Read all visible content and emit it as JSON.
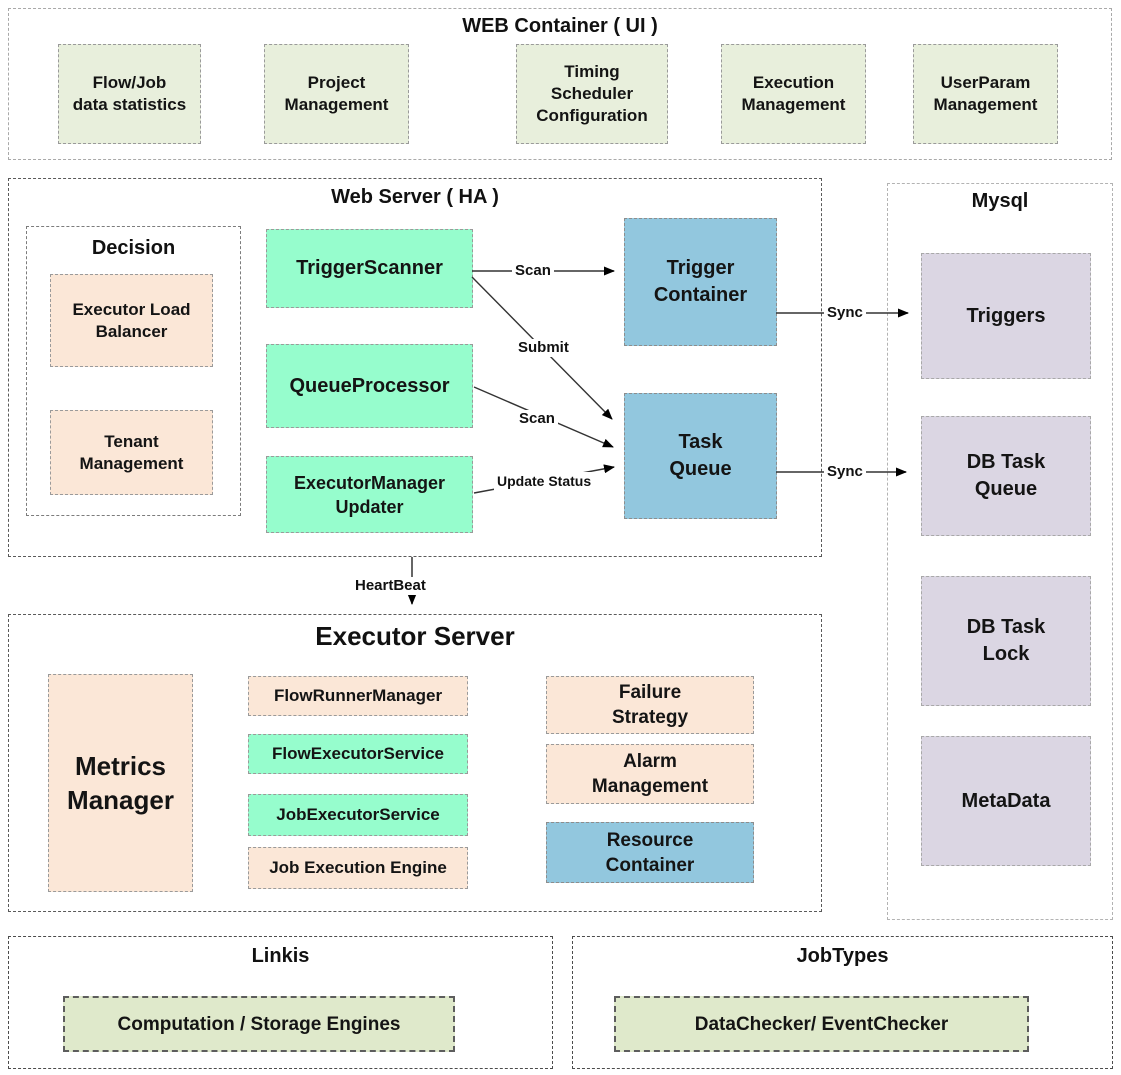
{
  "colors": {
    "sage": "#e8efdc",
    "mint": "#96fdcd",
    "peach": "#fbe7d7",
    "blue": "#92c7de",
    "lavender": "#dbd6e3",
    "engine_green": "#dfe9cb"
  },
  "web_container": {
    "title": "WEB Container ( UI )",
    "items": [
      {
        "label": "Flow/Job\ndata statistics"
      },
      {
        "label": "Project\nManagement"
      },
      {
        "label": "Timing\nScheduler\nConfiguration"
      },
      {
        "label": "Execution\nManagement"
      },
      {
        "label": "UserParam\nManagement"
      }
    ]
  },
  "web_server": {
    "title": "Web Server ( HA )",
    "decision": {
      "title": "Decision",
      "items": [
        {
          "label": "Executor Load\nBalancer"
        },
        {
          "label": "Tenant\nManagement"
        }
      ]
    },
    "services": [
      {
        "label": "TriggerScanner"
      },
      {
        "label": "QueueProcessor"
      },
      {
        "label": "ExecutorManager\nUpdater"
      }
    ],
    "queues": [
      {
        "label": "Trigger\nContainer"
      },
      {
        "label": "Task\nQueue"
      }
    ]
  },
  "mysql": {
    "title": "Mysql",
    "tables": [
      {
        "label": "Triggers"
      },
      {
        "label": "DB Task\nQueue"
      },
      {
        "label": "DB Task\nLock"
      },
      {
        "label": "MetaData"
      }
    ]
  },
  "executor_server": {
    "title": "Executor Server",
    "metrics": {
      "label": "Metrics\nManager"
    },
    "middle": [
      {
        "label": "FlowRunnerManager"
      },
      {
        "label": "FlowExecutorService"
      },
      {
        "label": "JobExecutorService"
      },
      {
        "label": "Job Execution Engine"
      }
    ],
    "right": [
      {
        "label": "Failure\nStrategy"
      },
      {
        "label": "Alarm\nManagement"
      },
      {
        "label": "Resource\nContainer"
      }
    ]
  },
  "linkis": {
    "title": "Linkis",
    "engine": {
      "label": "Computation / Storage Engines"
    }
  },
  "jobtypes": {
    "title": "JobTypes",
    "engine": {
      "label": "DataChecker/ EventChecker"
    }
  },
  "arrows": {
    "scan_trigger": "Scan",
    "submit": "Submit",
    "scan_queue": "Scan",
    "update_status": "Update Status",
    "sync_triggers": "Sync",
    "sync_queue": "Sync",
    "heartbeat": "HeartBeat"
  }
}
